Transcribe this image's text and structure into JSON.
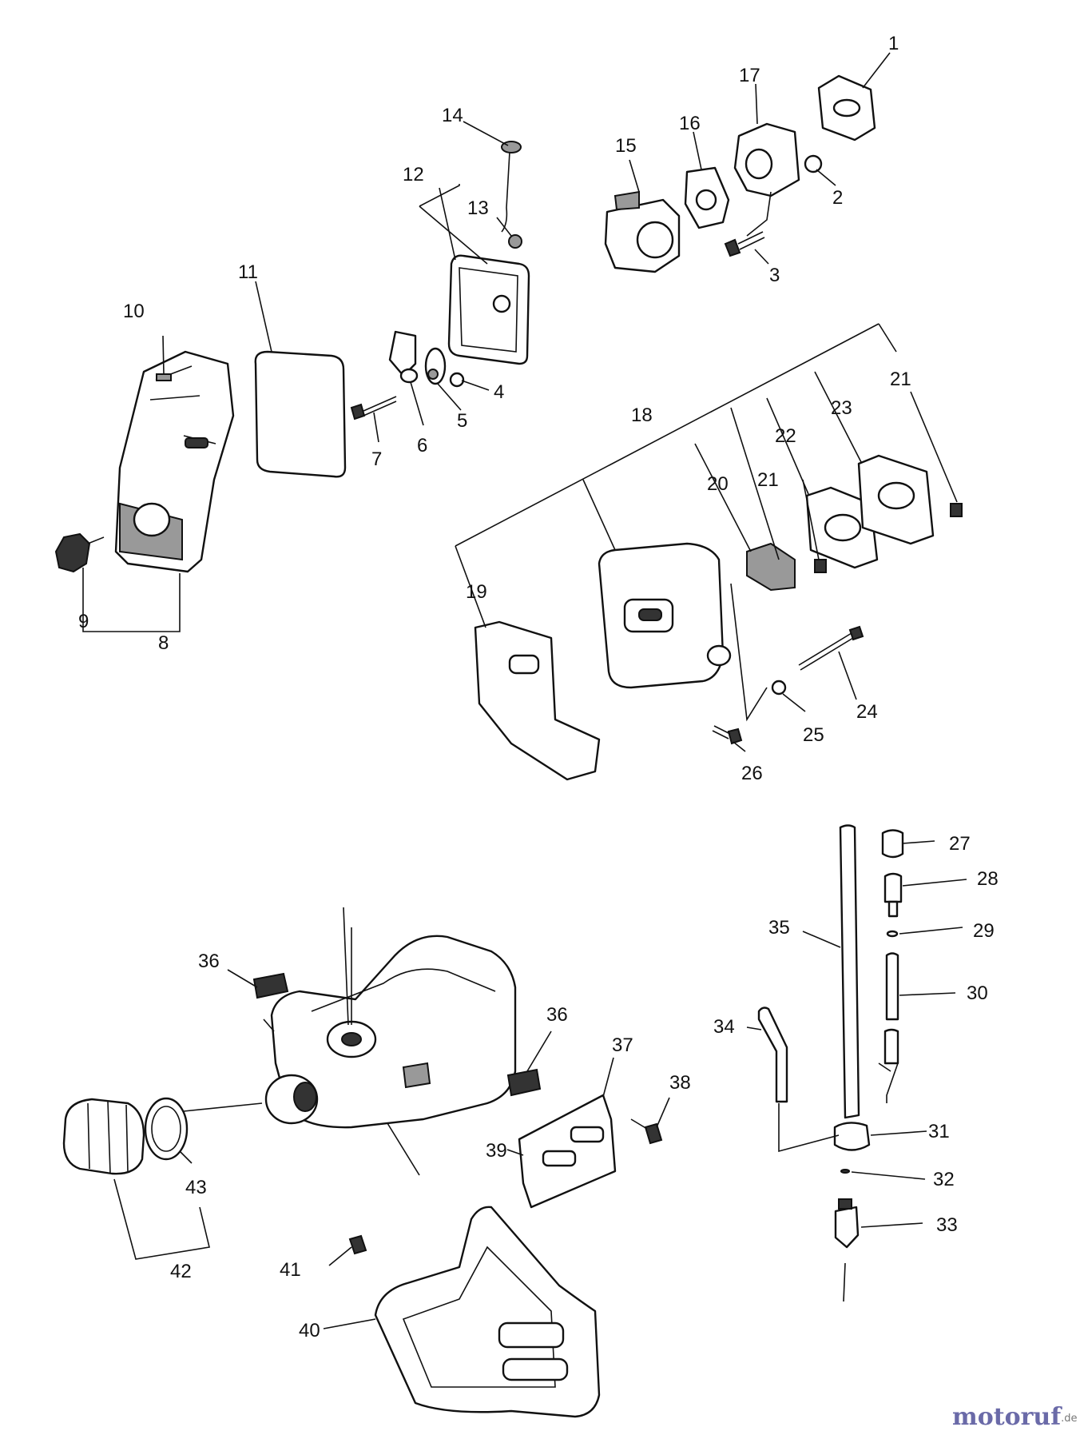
{
  "callouts": {
    "c1": "1",
    "c2": "2",
    "c3": "3",
    "c4": "4",
    "c5": "5",
    "c6": "6",
    "c7": "7",
    "c8": "8",
    "c9": "9",
    "c10": "10",
    "c11": "11",
    "c12": "12",
    "c13": "13",
    "c14": "14",
    "c15": "15",
    "c16": "16",
    "c17": "17",
    "c18": "18",
    "c19": "19",
    "c20": "20",
    "c21": "21",
    "c22": "22",
    "c23": "23",
    "c24": "24",
    "c25": "25",
    "c26": "26",
    "c27": "27",
    "c28": "28",
    "c29": "29",
    "c30": "30",
    "c31": "31",
    "c32": "32",
    "c33": "33",
    "c34": "34",
    "c35": "35",
    "c36": "36",
    "c37": "37",
    "c38": "38",
    "c39": "39",
    "c40": "40",
    "c41": "41",
    "c42": "42",
    "c43": "43"
  },
  "watermark": {
    "brand": "motoruf",
    "suffix": ".de"
  },
  "colors": {
    "watermark_brand": "#6a6aa8",
    "watermark_suffix": "#777777",
    "line": "#111111"
  }
}
